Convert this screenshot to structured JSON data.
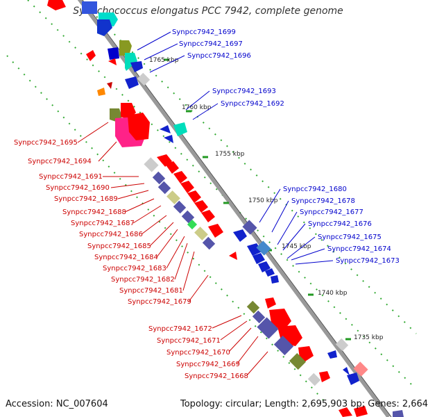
{
  "title": "Synechococcus elongatus PCC 7942, complete genome",
  "accession": "Accession: NC_007604",
  "topology": "Topology: circular; Length: 2,695,903 bp; Genes: 2,664",
  "colors": {
    "backbone": "#888888",
    "dots": "#33aa33",
    "ticks": "#33aa33",
    "label_plus": "#0000cc",
    "label_minus": "#cc0000",
    "red_gene": "#ff0000",
    "blue_gene": "#0000cc",
    "purple_gene": "#5555aa",
    "olive_gene": "#778833",
    "khaki_gene": "#cccc88",
    "cyan_gene": "#00ddbb",
    "pink_gene": "#ff2288",
    "grey_gene": "#cccccc",
    "salmon_gene": "#ff8888",
    "steel_gene": "#4488cc",
    "orange_gene": "#ff8800"
  },
  "kbp_ticks": [
    "1765 kbp",
    "1760 kbp",
    "1755 kbp",
    "1750 kbp",
    "1745 kbp",
    "1740 kbp",
    "1735 kbp"
  ],
  "gene_labels_plus": [
    "Synpcc7942_1699",
    "Synpcc7942_1697",
    "Synpcc7942_1696",
    "Synpcc7942_1693",
    "Synpcc7942_1692",
    "Synpcc7942_1680",
    "Synpcc7942_1678",
    "Synpcc7942_1677",
    "Synpcc7942_1676",
    "Synpcc7942_1675",
    "Synpcc7942_1674",
    "Synpcc7942_1673"
  ],
  "gene_labels_minus": [
    "Synpcc7942_1695",
    "Synpcc7942_1694",
    "Synpcc7942_1691",
    "Synpcc7942_1690",
    "Synpcc7942_1689",
    "Synpcc7942_1688",
    "Synpcc7942_1687",
    "Synpcc7942_1686",
    "Synpcc7942_1685",
    "Synpcc7942_1684",
    "Synpcc7942_1683",
    "Synpcc7942_1682",
    "Synpcc7942_1681",
    "Synpcc7942_1679",
    "Synpcc7942_1672",
    "Synpcc7942_1671",
    "Synpcc7942_1670",
    "Synpcc7942_1669",
    "Synpcc7942_1668"
  ]
}
